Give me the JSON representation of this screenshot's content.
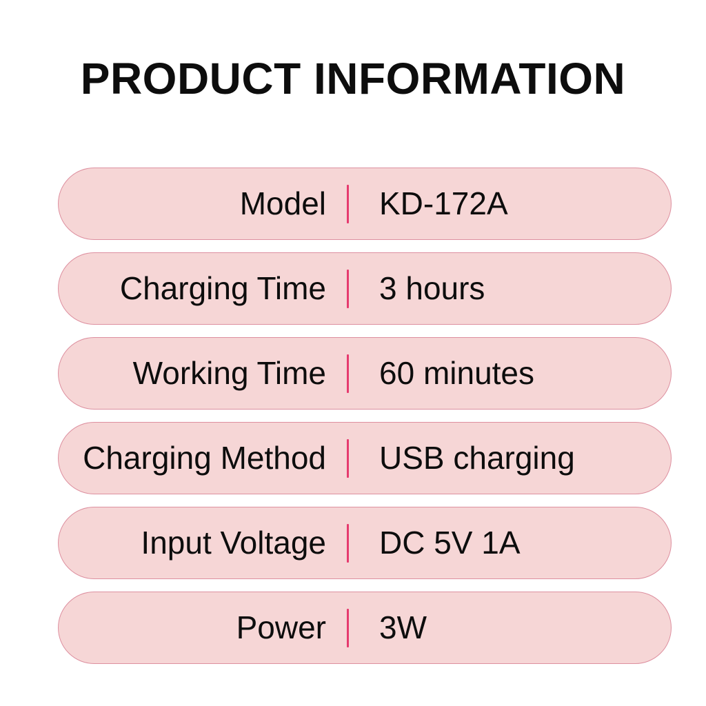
{
  "page": {
    "title": "PRODUCT INFORMATION",
    "background_color": "#ffffff"
  },
  "theme": {
    "row_fill": "#f6d6d6",
    "row_border": "#dd8f9f",
    "divider_color": "#e63a6e",
    "text_color": "#0d0d0d"
  },
  "spec_table": {
    "rows": [
      {
        "label": "Model",
        "value": "KD-172A"
      },
      {
        "label": "Charging Time",
        "value": "3 hours"
      },
      {
        "label": "Working Time",
        "value": "60 minutes"
      },
      {
        "label": "Charging Method",
        "value": "USB charging"
      },
      {
        "label": "Input Voltage",
        "value": "DC 5V 1A"
      },
      {
        "label": "Power",
        "value": "3W"
      }
    ]
  }
}
